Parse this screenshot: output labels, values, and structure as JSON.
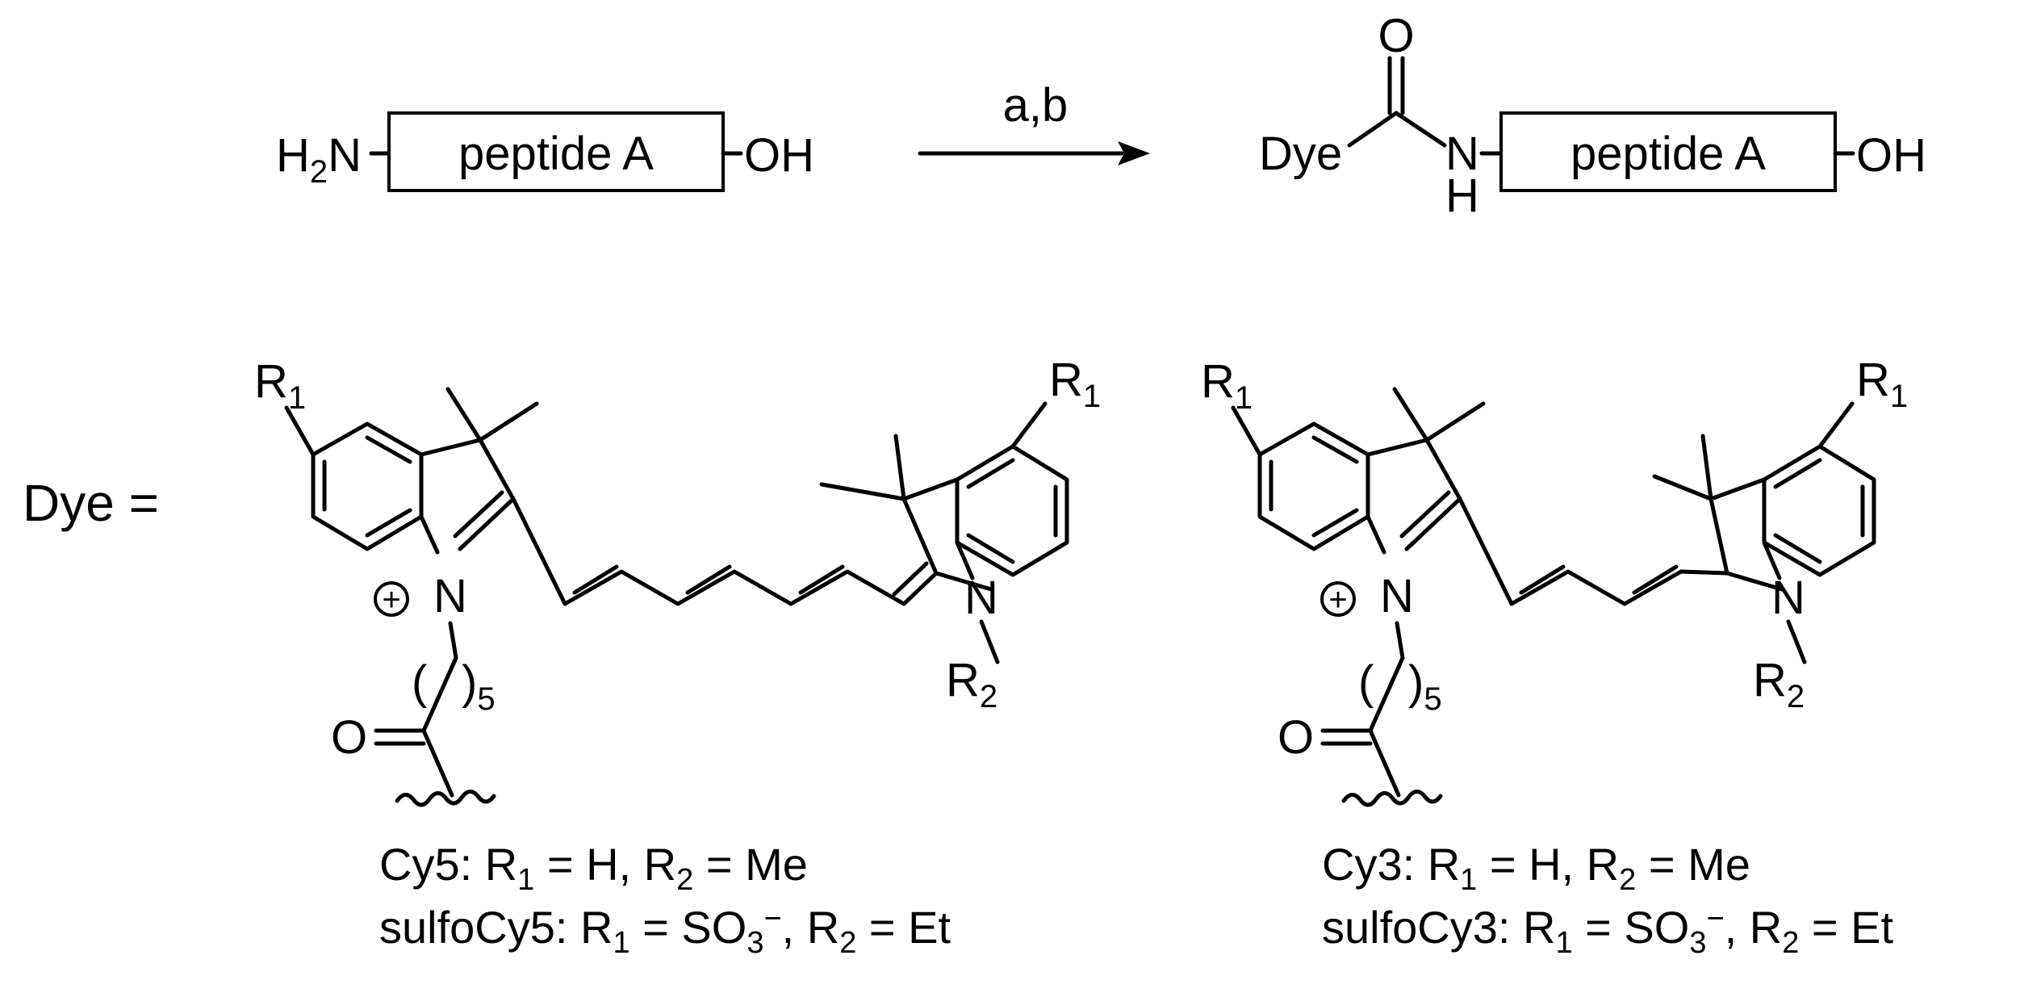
{
  "reaction": {
    "reagents_label": "a,b",
    "reactant": {
      "amine_prefix": "H",
      "amine_sub": "2",
      "amine_suffix": "N",
      "peptide_label": "peptide A",
      "terminus": "OH"
    },
    "product": {
      "dye_label": "Dye",
      "carbonyl_o": "O",
      "nh_n": "N",
      "nh_h": "H",
      "peptide_label": "peptide A",
      "terminus": "OH"
    }
  },
  "dye_definition": {
    "label": "Dye ="
  },
  "structures": [
    {
      "atom_labels": {
        "r1": "R",
        "r1_sub": "1",
        "n": "N",
        "charge": "+",
        "paren_open": "(",
        "paren_close": ")",
        "repeat_sub": "5",
        "o": "O",
        "r2": "R",
        "r2_sub": "2"
      },
      "caption_line1": {
        "name": "Cy5: R",
        "r1_sub": "1",
        "r1_value": " = H, R",
        "r2_sub": "2",
        "r2_value": " = Me"
      },
      "caption_line2": {
        "name": "sulfoCy5: R",
        "r1_sub": "1",
        "r1_value": " = SO",
        "so3_sub": "3",
        "so3_sup": "−",
        "r2_prefix": ", R",
        "r2_sub": "2",
        "r2_value": " = Et"
      }
    },
    {
      "atom_labels": {
        "r1": "R",
        "r1_sub": "1",
        "n": "N",
        "charge": "+",
        "paren_open": "(",
        "paren_close": ")",
        "repeat_sub": "5",
        "o": "O",
        "r2": "R",
        "r2_sub": "2"
      },
      "caption_line1": {
        "name": "Cy3: R",
        "r1_sub": "1",
        "r1_value": " = H, R",
        "r2_sub": "2",
        "r2_value": " = Me"
      },
      "caption_line2": {
        "name": "sulfoCy3: R",
        "r1_sub": "1",
        "r1_value": " = SO",
        "so3_sub": "3",
        "so3_sup": "−",
        "r2_prefix": ", R",
        "r2_sub": "2",
        "r2_value": " = Et"
      }
    }
  ]
}
